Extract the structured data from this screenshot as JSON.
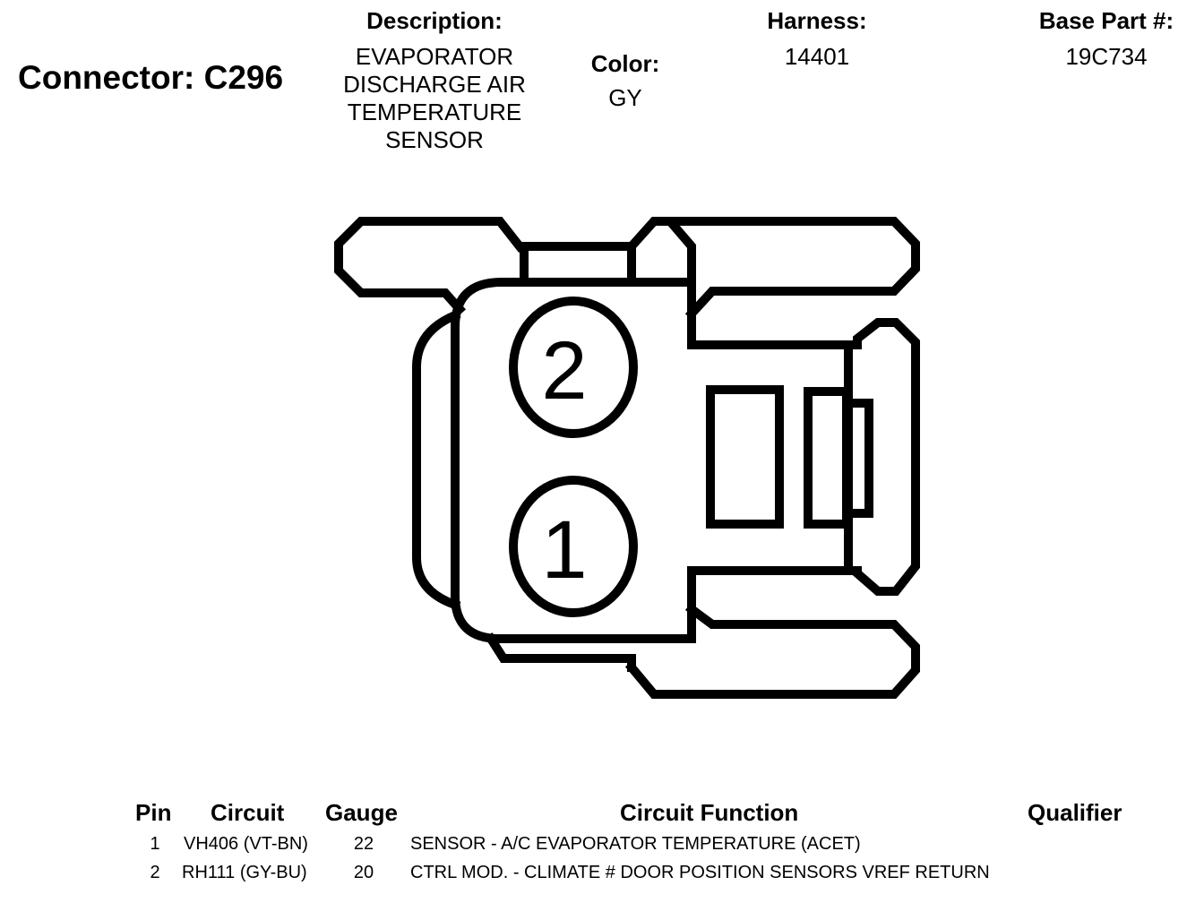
{
  "connector": {
    "title": "Connector: C296"
  },
  "description": {
    "label": "Description:",
    "lines": [
      "EVAPORATOR",
      "DISCHARGE AIR",
      "TEMPERATURE",
      "SENSOR"
    ]
  },
  "color": {
    "label": "Color:",
    "value": "GY"
  },
  "harness": {
    "label": "Harness:",
    "value": "14401"
  },
  "base_part": {
    "label": "Base Part #:",
    "value": "19C734"
  },
  "diagram": {
    "pin_labels": [
      "2",
      "1"
    ],
    "stroke_color": "#000000"
  },
  "table": {
    "headers": {
      "pin": "Pin",
      "circuit": "Circuit",
      "gauge": "Gauge",
      "function": "Circuit Function",
      "qualifier": "Qualifier"
    },
    "rows": [
      {
        "pin": "1",
        "circuit": "VH406 (VT-BN)",
        "gauge": "22",
        "function": "SENSOR - A/C EVAPORATOR TEMPERATURE (ACET)",
        "qualifier": ""
      },
      {
        "pin": "2",
        "circuit": "RH111 (GY-BU)",
        "gauge": "20",
        "function": "CTRL MOD. - CLIMATE # DOOR POSITION SENSORS VREF RETURN",
        "qualifier": ""
      }
    ]
  }
}
